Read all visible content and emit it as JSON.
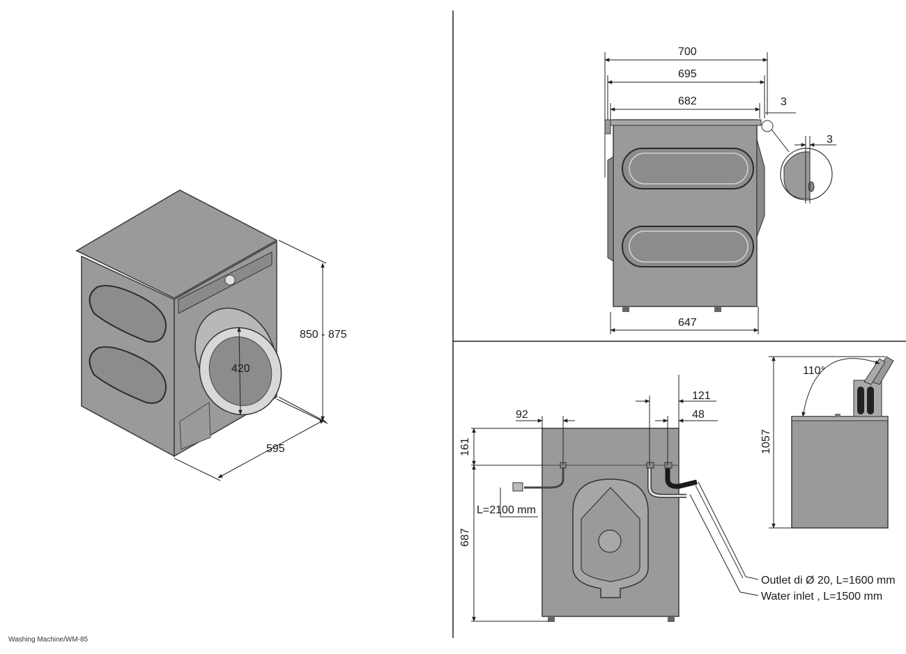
{
  "caption": "Washing Machine/WM-85",
  "iso_view": {
    "height": "850 - 875",
    "door_diameter": "420",
    "width": "595"
  },
  "side_view": {
    "overall_depth": "700",
    "depth_2": "695",
    "depth_3": "682",
    "base_depth": "647",
    "gap_outer": "3",
    "gap_detail": "3"
  },
  "rear_view": {
    "left_offset": "92",
    "right_offset_1": "121",
    "right_offset_2": "48",
    "top_height": "161",
    "lower_height": "687",
    "power_cable": "L=2100 mm",
    "outlet_note": "Outlet di Ø 20, L=1600 mm",
    "inlet_note": "Water inlet , L=1500 mm"
  },
  "lid_view": {
    "angle": "110°",
    "open_height": "1057"
  }
}
